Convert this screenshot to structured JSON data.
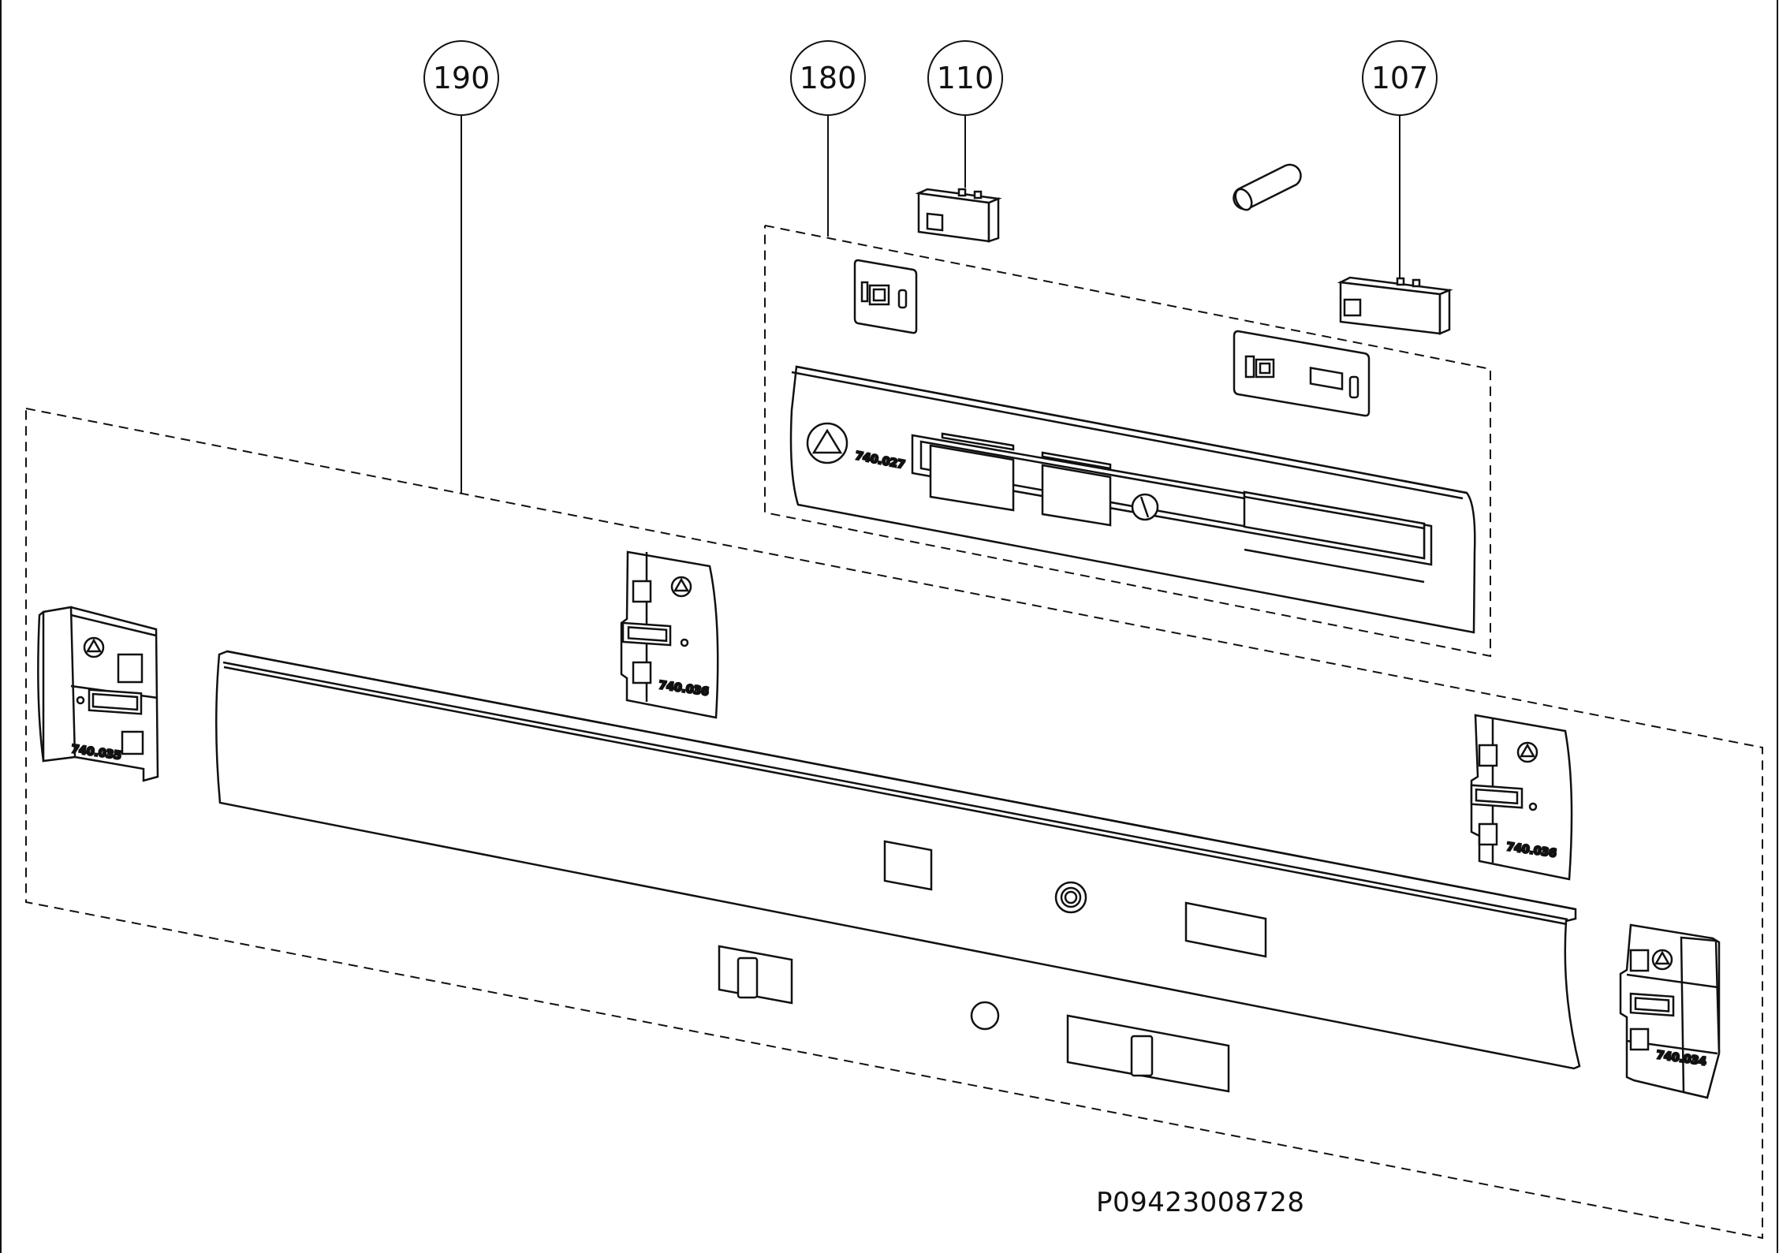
{
  "callouts": [
    {
      "id": "c190",
      "label": "190"
    },
    {
      "id": "c180",
      "label": "180"
    },
    {
      "id": "c110",
      "label": "110"
    },
    {
      "id": "c107",
      "label": "107"
    }
  ],
  "part_marks": {
    "panel_180": "740.027",
    "bracket_left": "740.035",
    "bracket_center": "740.036",
    "bracket_right_upper": "740.036",
    "bracket_right_lower": "740.034"
  },
  "document_number": "P09423008728",
  "colors": {
    "line": "#111111",
    "background": "#ffffff"
  }
}
